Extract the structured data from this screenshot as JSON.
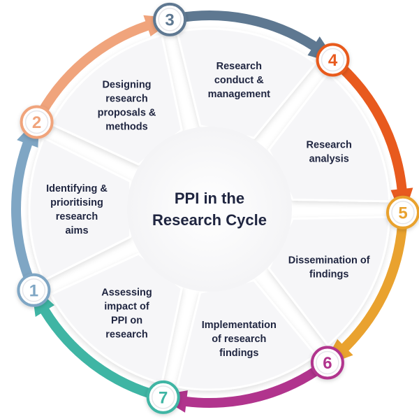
{
  "center_title": [
    "PPI in the",
    "Research Cycle"
  ],
  "stages": [
    {
      "number": "1",
      "lines": [
        "Identifying &",
        "prioritising",
        "research",
        "aims"
      ],
      "color": "#7fa6c4"
    },
    {
      "number": "2",
      "lines": [
        "Designing",
        "research",
        "proposals &",
        "methods"
      ],
      "color": "#f0a47c"
    },
    {
      "number": "3",
      "lines": [
        "Research",
        "conduct &",
        "management"
      ],
      "color": "#5e7891"
    },
    {
      "number": "4",
      "lines": [
        "Research",
        "analysis"
      ],
      "color": "#e85a1e"
    },
    {
      "number": "5",
      "lines": [
        "Dissemination of",
        "findings"
      ],
      "color": "#e9a22f"
    },
    {
      "number": "6",
      "lines": [
        "Implementation",
        "of research",
        "findings"
      ],
      "color": "#b1348d"
    },
    {
      "number": "7",
      "lines": [
        "Assessing",
        "impact of",
        "PPI on",
        "research"
      ],
      "color": "#3fb5a4"
    }
  ]
}
